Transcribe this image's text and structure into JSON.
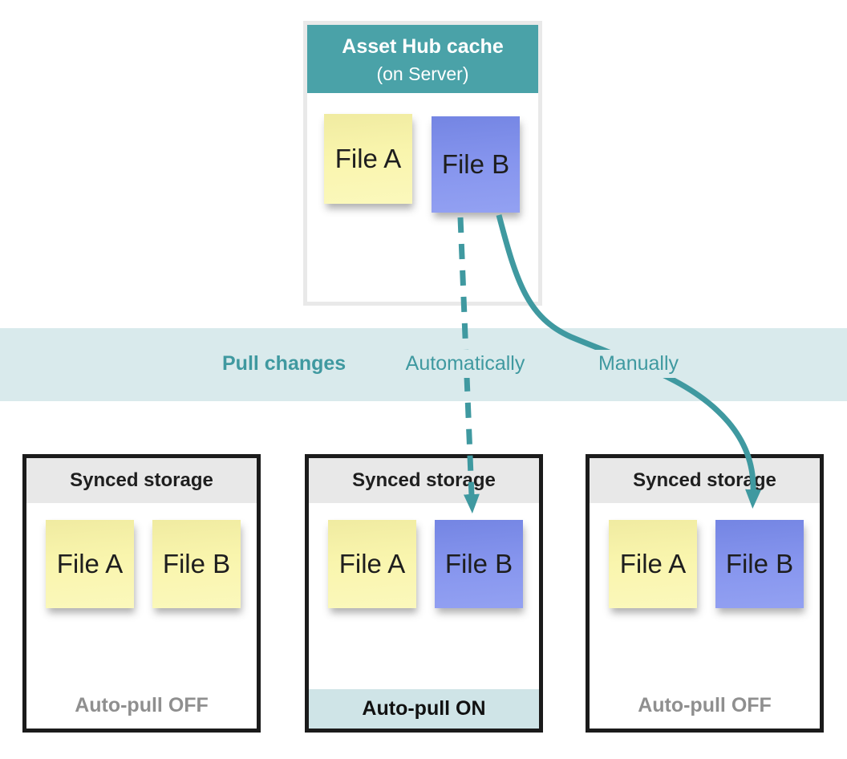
{
  "colors": {
    "teal_accent": "#3f99a0",
    "teal_header_bg": "#4aa2a8",
    "band_bg": "#d9eaec",
    "footer_on_bg": "#cfe4e7",
    "note_yellow": "#f9f5ad",
    "note_blue": "#8695ee",
    "storage_border": "#1b1b1b",
    "storage_header_bg": "#e8e8e8",
    "off_text_gray": "#8f8f8f"
  },
  "cache_box": {
    "title": "Asset Hub cache",
    "subtitle": "(on Server)",
    "files": [
      {
        "label": "File A",
        "color": "yellow"
      },
      {
        "label": "File B",
        "color": "blue"
      }
    ]
  },
  "pull_band": {
    "title": "Pull changes",
    "auto_label": "Automatically",
    "manual_label": "Manually"
  },
  "arrows": [
    {
      "name": "automatic-pull-arrow",
      "style": "dashed",
      "from": "File B in Asset Hub cache",
      "to": "File B in middle synced storage"
    },
    {
      "name": "manual-pull-arrow",
      "style": "solid",
      "from": "File B in Asset Hub cache",
      "to": "File B in right synced storage"
    }
  ],
  "storage_boxes": [
    {
      "title": "Synced storage",
      "files": [
        {
          "label": "File A",
          "color": "yellow"
        },
        {
          "label": "File B",
          "color": "yellow"
        }
      ],
      "footer": "Auto-pull OFF",
      "footer_state": "off"
    },
    {
      "title": "Synced storage",
      "files": [
        {
          "label": "File A",
          "color": "yellow"
        },
        {
          "label": "File B",
          "color": "blue"
        }
      ],
      "footer": "Auto-pull ON",
      "footer_state": "on"
    },
    {
      "title": "Synced storage",
      "files": [
        {
          "label": "File A",
          "color": "yellow"
        },
        {
          "label": "File B",
          "color": "blue"
        }
      ],
      "footer": "Auto-pull OFF",
      "footer_state": "off"
    }
  ]
}
